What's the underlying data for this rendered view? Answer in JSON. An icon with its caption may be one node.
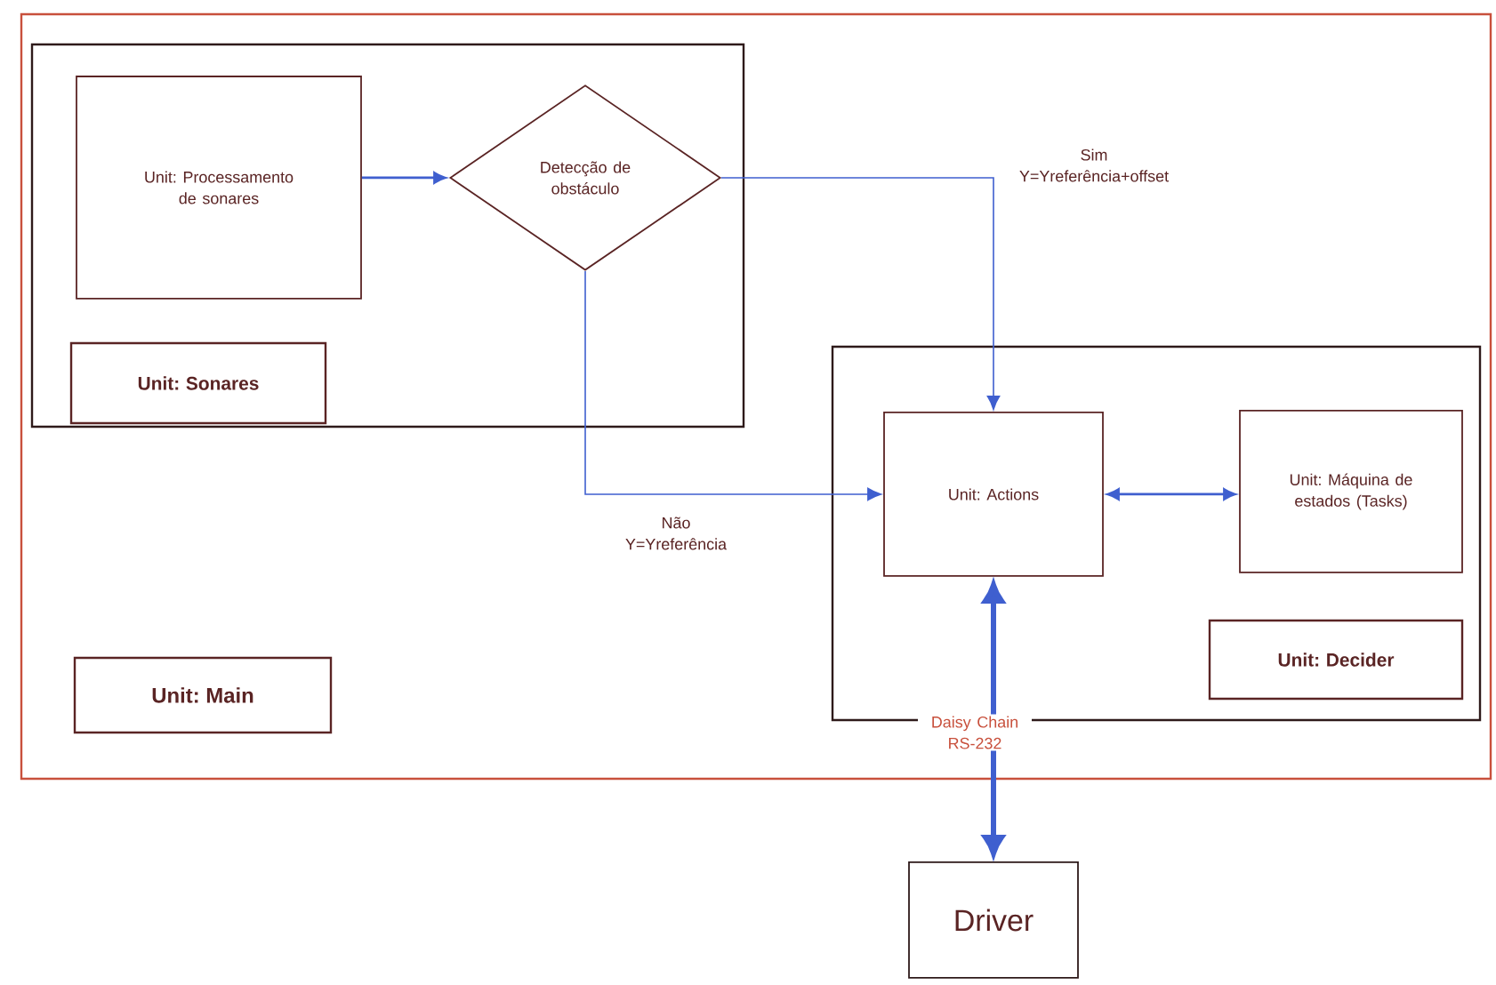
{
  "diagram": {
    "nodes": [
      {
        "text": [],
        "shape": "box"
      },
      {
        "text": [],
        "shape": "box",
        "in": 0
      },
      {
        "text": [
          "Unit: Processamento de sonares"
        ],
        "in": 1
      },
      {
        "text": [
          "Detecção de obstáculo"
        ],
        "in": 1
      },
      {
        "text": [
          "Unit: Sonares"
        ],
        "in": 1
      },
      {
        "text": [],
        "shape": "box",
        "in": 0
      },
      {
        "text": [
          "Unit: Actions"
        ],
        "in": 5
      },
      {
        "text": [
          "Unit: Máquina de estados (Tasks)"
        ],
        "in": 5
      },
      {
        "text": [
          "Unit: Decider"
        ],
        "in": 5
      },
      {
        "text": [
          "Unit: Main"
        ],
        "in": 0
      },
      {
        "text": [
          "Driver"
        ]
      }
    ],
    "edges": [
      {
        "from": 2,
        "to": 3,
        "arrow": "to"
      },
      {
        "from": 3,
        "to": 6,
        "arrow": "to",
        "label": "Sim Y=Yreferência+offset"
      },
      {
        "from": 3,
        "to": 6,
        "arrow": "to",
        "label": "Não Y=Yreferência"
      },
      {
        "from": 6,
        "to": 7,
        "arrow": "both"
      },
      {
        "from": 6,
        "to": 10,
        "arrow": "both",
        "style": "thick",
        "label": "Daisy Chain RS-232"
      }
    ]
  }
}
